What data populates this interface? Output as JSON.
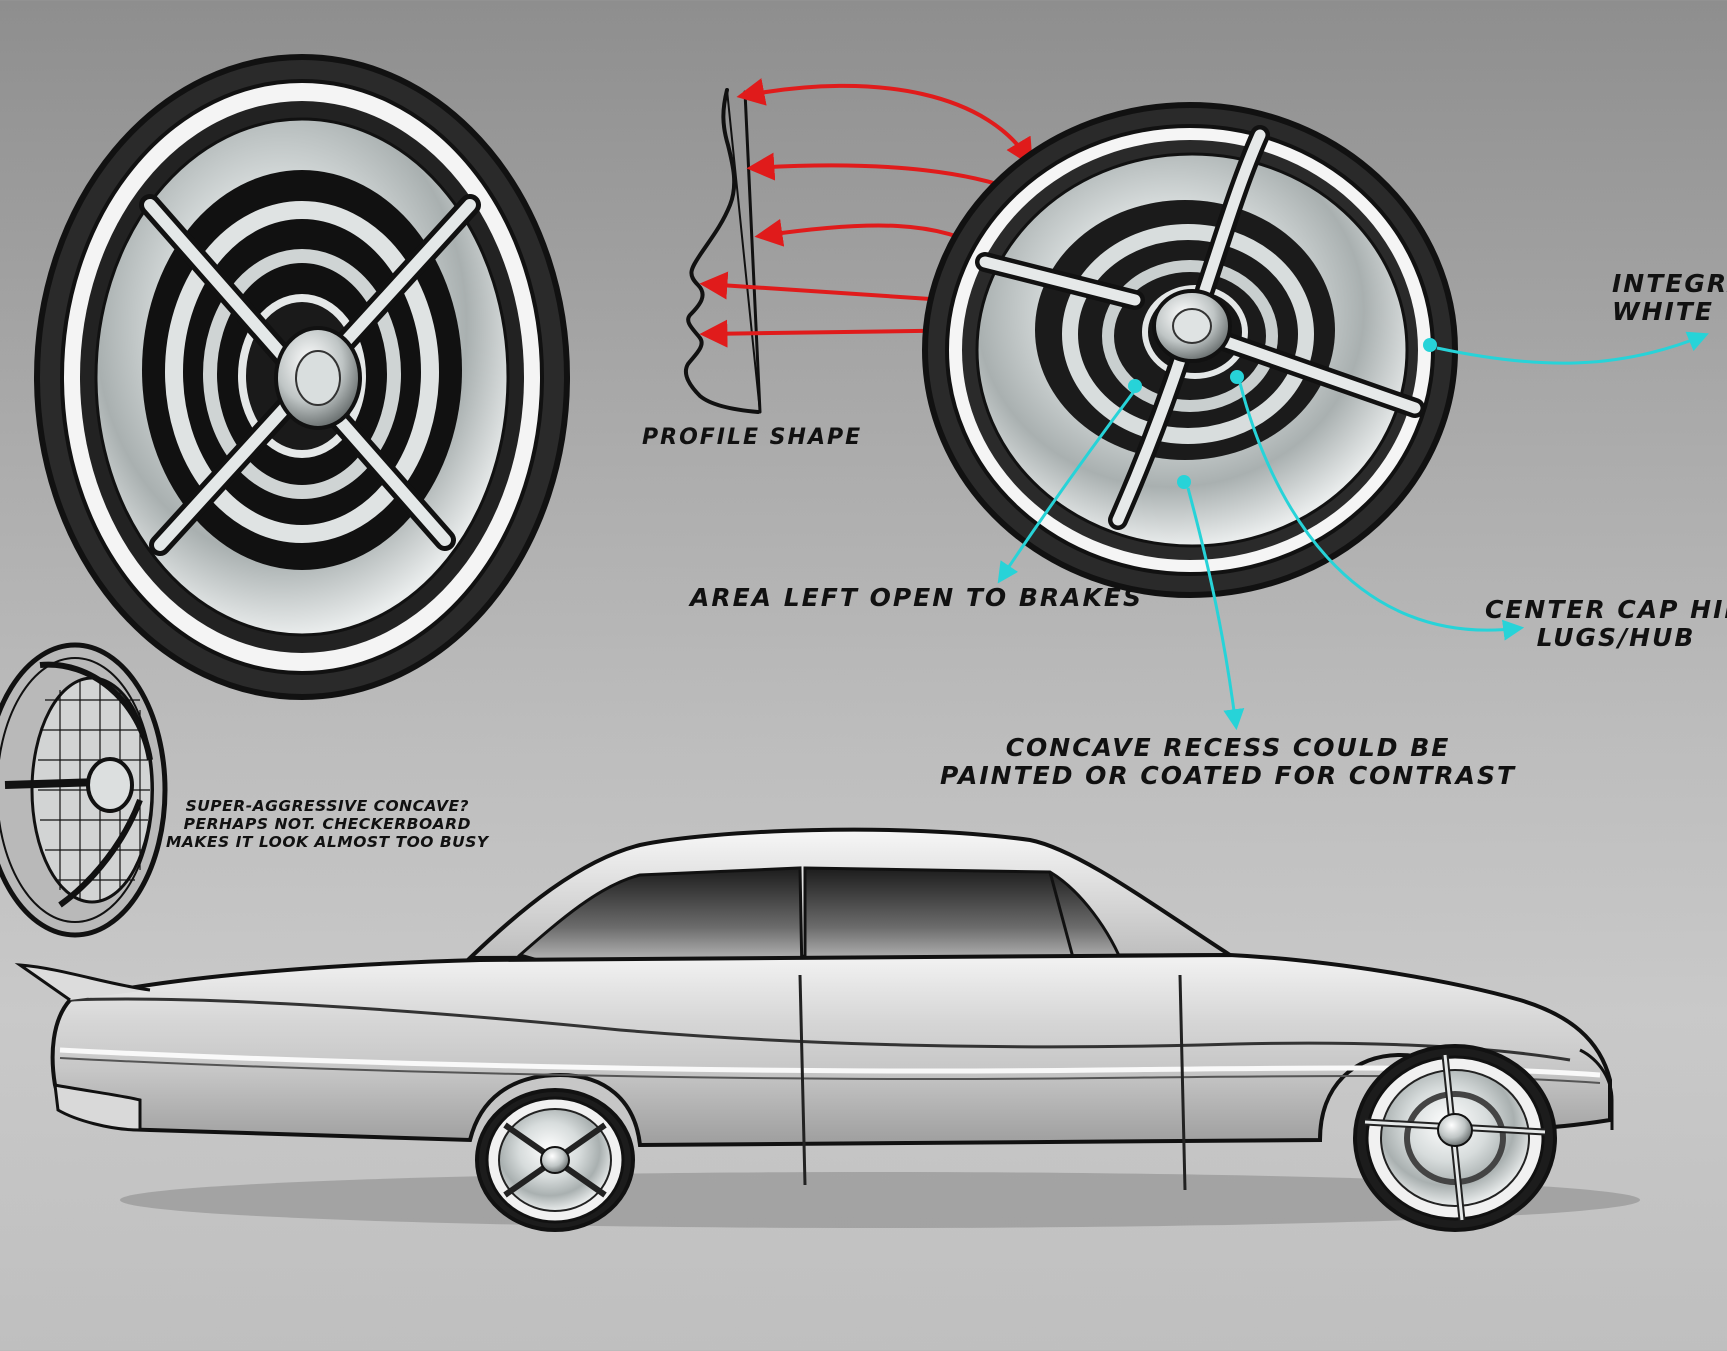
{
  "notes": {
    "profile_shape": "Profile shape",
    "area_open": "Area left open to brakes",
    "integrated_line1": "Integra",
    "integrated_line2": "White W",
    "center_cap_line1": "Center cap hid",
    "center_cap_line2": "lugs/hub",
    "concave_line1": "Concave recess could be",
    "concave_line2": "painted or coated for contrast",
    "super_line1": "Super-aggressive concave?",
    "super_line2": "Perhaps not. Checkerboard",
    "super_line3": "makes it look almost too busy"
  },
  "colors": {
    "red_arrow": "#e01b1b",
    "cyan_arrow": "#27d3d8",
    "ink": "#111111",
    "chrome": "#e6e8e8"
  },
  "icons": [
    "wheel-front-view",
    "wheel-three-quarter-view",
    "wheel-sketch-view",
    "profile-shape-curve",
    "car-side-view"
  ]
}
